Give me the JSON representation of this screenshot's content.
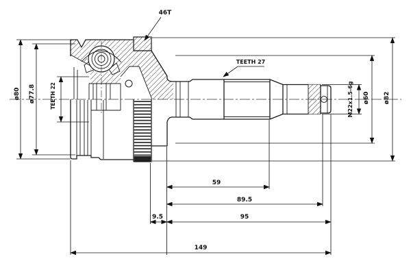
{
  "drawing": {
    "subject": "cv-joint-outer-technical-drawing",
    "callouts": {
      "ring_teeth": "46T",
      "shaft_teeth": "TEETH 27",
      "hub_teeth": "TEETH 22",
      "thread": "M22x1.5-6g"
    },
    "diameters": {
      "body": "ø80",
      "groove": "ø77.8",
      "shoulder": "ø60",
      "ring": "ø82"
    },
    "lengths": {
      "spline": "59",
      "to_washer": "89.5",
      "ring_offset": "9.5",
      "shaft": "95",
      "overall": "149"
    }
  }
}
